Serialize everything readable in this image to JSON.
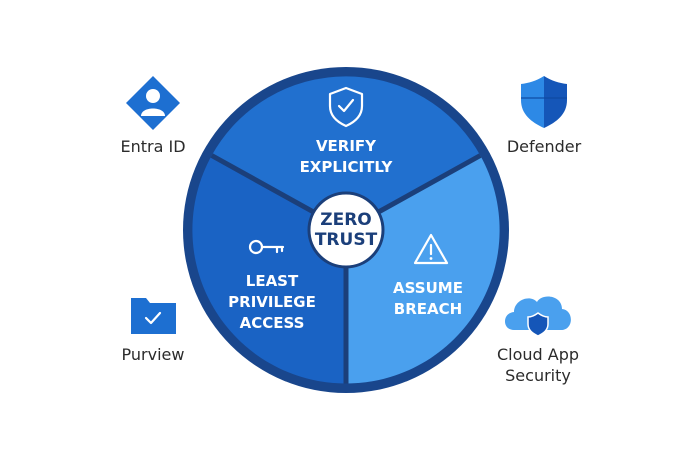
{
  "center": {
    "line1": "ZERO",
    "line2": "TRUST"
  },
  "segments": {
    "verify": {
      "line1": "VERIFY",
      "line2": "EXPLICITLY",
      "icon": "shield-check-icon"
    },
    "least_privilege": {
      "line1": "LEAST",
      "line2": "PRIVILEGE",
      "line3": "ACCESS",
      "icon": "key-icon"
    },
    "assume_breach": {
      "line1": "ASSUME",
      "line2": "BREACH",
      "icon": "warning-icon"
    }
  },
  "products": {
    "entra": {
      "label": "Entra ID",
      "icon": "entra-id-icon"
    },
    "defender": {
      "label": "Defender",
      "icon": "defender-shield-icon"
    },
    "purview": {
      "label": "Purview",
      "icon": "purview-folder-icon"
    },
    "cloud_app": {
      "line1": "Cloud App",
      "line2": "Security",
      "icon": "cloud-shield-icon"
    }
  },
  "colors": {
    "outer_ring": "#19468c",
    "verify": "#2170cf",
    "least_privilege": "#1a63c4",
    "assume_breach": "#4aa0ee",
    "divider": "#1b3f7a",
    "center_fill": "#ffffff",
    "icon_blue": "#1d6fd1"
  }
}
